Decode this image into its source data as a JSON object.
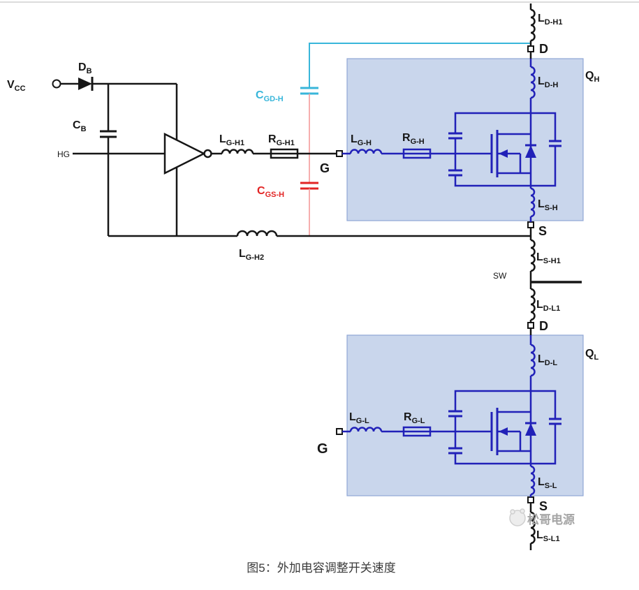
{
  "figure": {
    "caption": "图5：外加电容调整开关速度",
    "watermark": "松哥电源"
  },
  "colors": {
    "black": "#161616",
    "blue": "#2121b8",
    "cyan": "#38b6da",
    "red": "#e22424",
    "pink": "#f49a9a",
    "boxfill": "#c9d6ec",
    "boxstroke": "#8fa6d6",
    "caption": "#3b3b3b",
    "watermark": "#a5a5a5"
  },
  "labels": {
    "vcc": {
      "main": "V",
      "sub": "CC"
    },
    "db": {
      "main": "D",
      "sub": "B"
    },
    "cb": {
      "main": "C",
      "sub": "B"
    },
    "hg": {
      "text": "HG"
    },
    "lgh1": {
      "main": "L",
      "sub": "G-H1"
    },
    "rgh1": {
      "main": "R",
      "sub": "G-H1"
    },
    "cgdh": {
      "main": "C",
      "sub": "GD-H"
    },
    "cgsh": {
      "main": "C",
      "sub": "GS-H"
    },
    "g_high": {
      "text": "G"
    },
    "lgh": {
      "main": "L",
      "sub": "G-H"
    },
    "rgh": {
      "main": "R",
      "sub": "G-H"
    },
    "lgh2": {
      "main": "L",
      "sub": "G-H2"
    },
    "ldh1": {
      "main": "L",
      "sub": "D-H1"
    },
    "d_high": {
      "text": "D"
    },
    "qh": {
      "main": "Q",
      "sub": "H"
    },
    "ldh": {
      "main": "L",
      "sub": "D-H"
    },
    "lsh": {
      "main": "L",
      "sub": "S-H"
    },
    "s_high": {
      "text": "S"
    },
    "lsh1": {
      "main": "L",
      "sub": "S-H1"
    },
    "sw": {
      "text": "SW"
    },
    "ldl1": {
      "main": "L",
      "sub": "D-L1"
    },
    "d_low": {
      "text": "D"
    },
    "ql": {
      "main": "Q",
      "sub": "L"
    },
    "ldl": {
      "main": "L",
      "sub": "D-L"
    },
    "lgl": {
      "main": "L",
      "sub": "G-L"
    },
    "rgl": {
      "main": "R",
      "sub": "G-L"
    },
    "g_low": {
      "text": "G"
    },
    "lsl": {
      "main": "L",
      "sub": "S-L"
    },
    "s_low": {
      "text": "S"
    },
    "lsl1": {
      "main": "L",
      "sub": "S-L1"
    }
  }
}
